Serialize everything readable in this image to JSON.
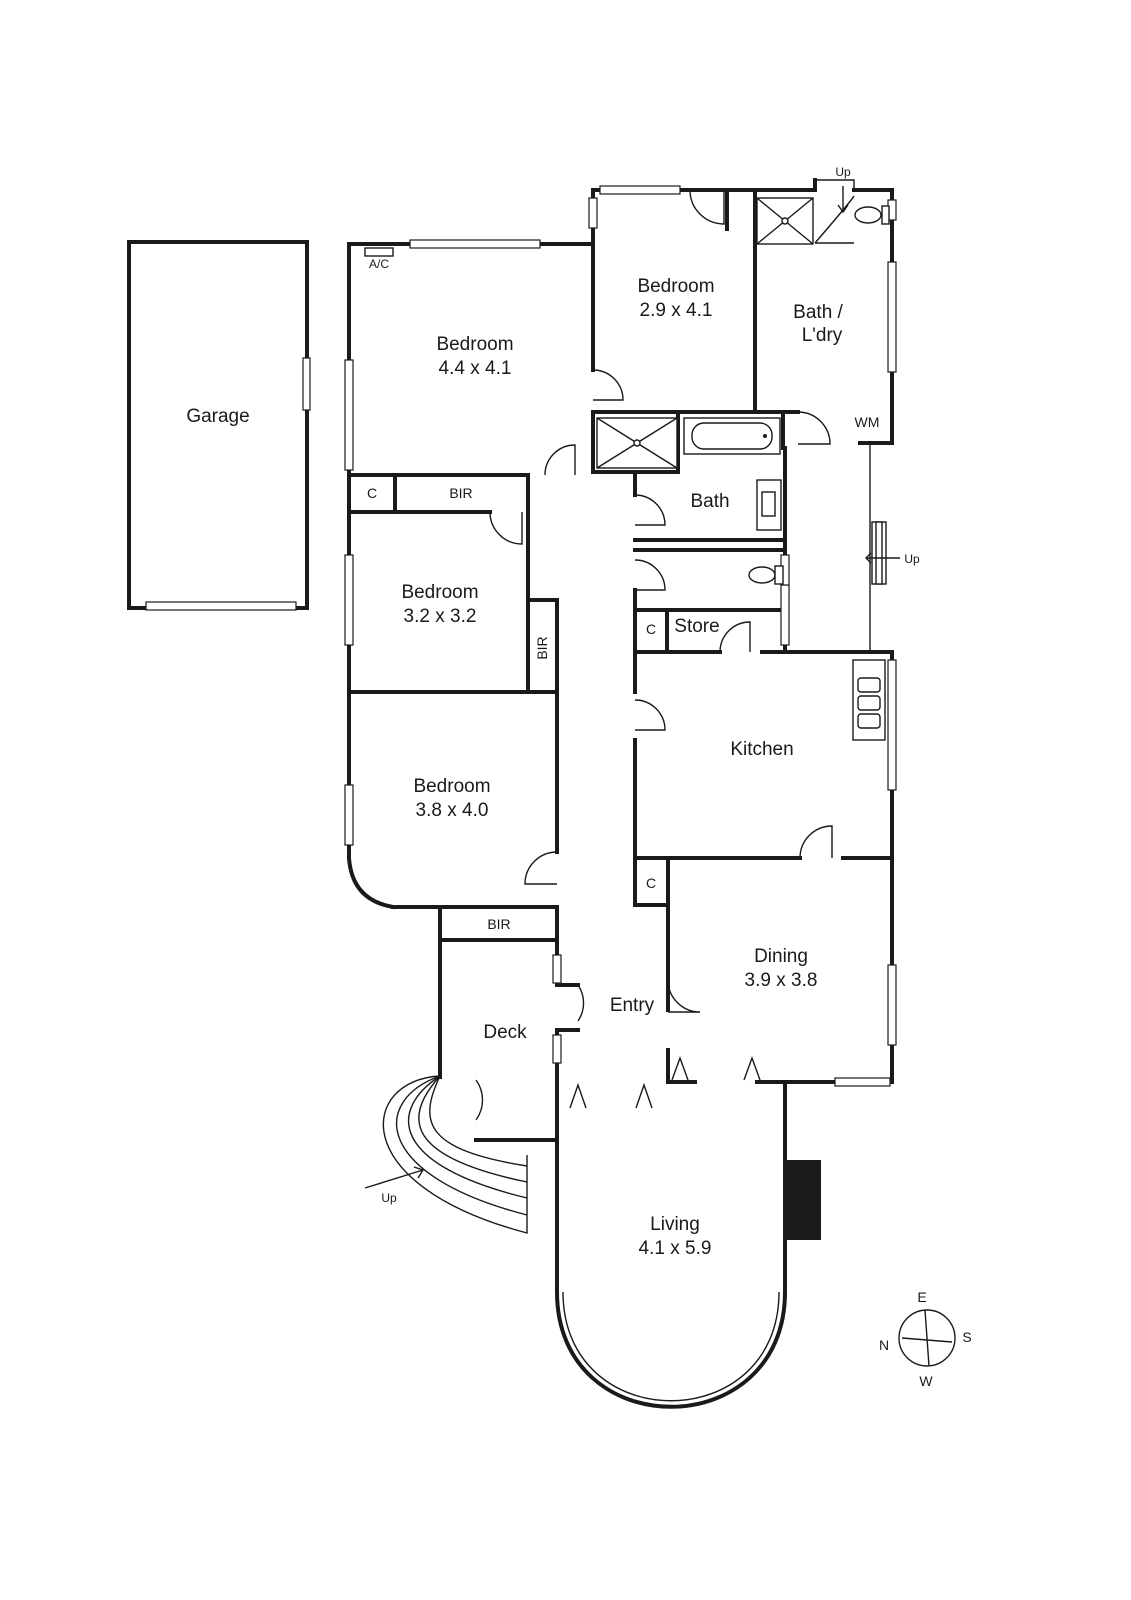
{
  "rooms": {
    "garage": {
      "name": "Garage"
    },
    "bedroom_main": {
      "name": "Bedroom",
      "size": "4.4 x 4.1",
      "ac": "A/C"
    },
    "bedroom_2": {
      "name": "Bedroom",
      "size": "2.9 x 4.1"
    },
    "bath_laundry": {
      "name": "Bath /",
      "name2": "L'dry",
      "wm": "WM"
    },
    "closet_1": {
      "name": "C"
    },
    "bir_1": {
      "name": "BIR"
    },
    "bath": {
      "name": "Bath"
    },
    "bedroom_3": {
      "name": "Bedroom",
      "size": "3.2 x 3.2"
    },
    "bir_2": {
      "name": "BIR"
    },
    "closet_store": {
      "name": "C"
    },
    "store": {
      "name": "Store"
    },
    "kitchen": {
      "name": "Kitchen"
    },
    "bedroom_4": {
      "name": "Bedroom",
      "size": "3.8 x 4.0"
    },
    "closet_dining": {
      "name": "C"
    },
    "bir_3": {
      "name": "BIR"
    },
    "dining": {
      "name": "Dining",
      "size": "3.9 x 3.8"
    },
    "entry": {
      "name": "Entry"
    },
    "deck": {
      "name": "Deck"
    },
    "living": {
      "name": "Living",
      "size": "4.1 x 5.9"
    }
  },
  "stairs": {
    "top": "Up",
    "side": "Up",
    "deck": "Up"
  },
  "compass": {
    "e": "E",
    "s": "S",
    "w": "W",
    "n": "N"
  }
}
